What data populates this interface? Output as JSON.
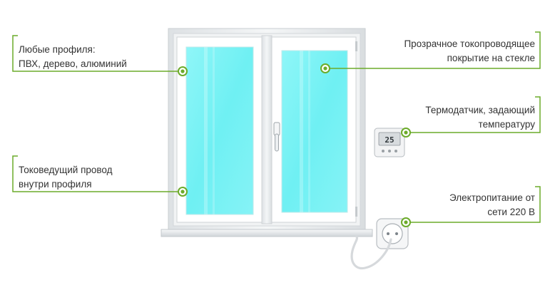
{
  "colors": {
    "accent": "#6cab2a",
    "glass": "#7ff3f6",
    "frame": "#e9ecee",
    "text": "#333333"
  },
  "annotations": {
    "profiles": {
      "line1": "Любые профиля:",
      "line2": "ПВХ, дерево, алюминий"
    },
    "wire": {
      "line1": "Токоведущий провод",
      "line2": "внутри профиля"
    },
    "coating": {
      "line1": "Прозрачное токопроводящее",
      "line2": "покрытие на стекле"
    },
    "sensor": {
      "line1": "Термодатчик, задающий",
      "line2": "температуру"
    },
    "power": {
      "line1": "Электропитание от",
      "line2": "сети 220 В"
    }
  },
  "thermostat": {
    "display": "25"
  },
  "icons": [
    "window",
    "thermostat",
    "power-socket",
    "plug-cable"
  ]
}
